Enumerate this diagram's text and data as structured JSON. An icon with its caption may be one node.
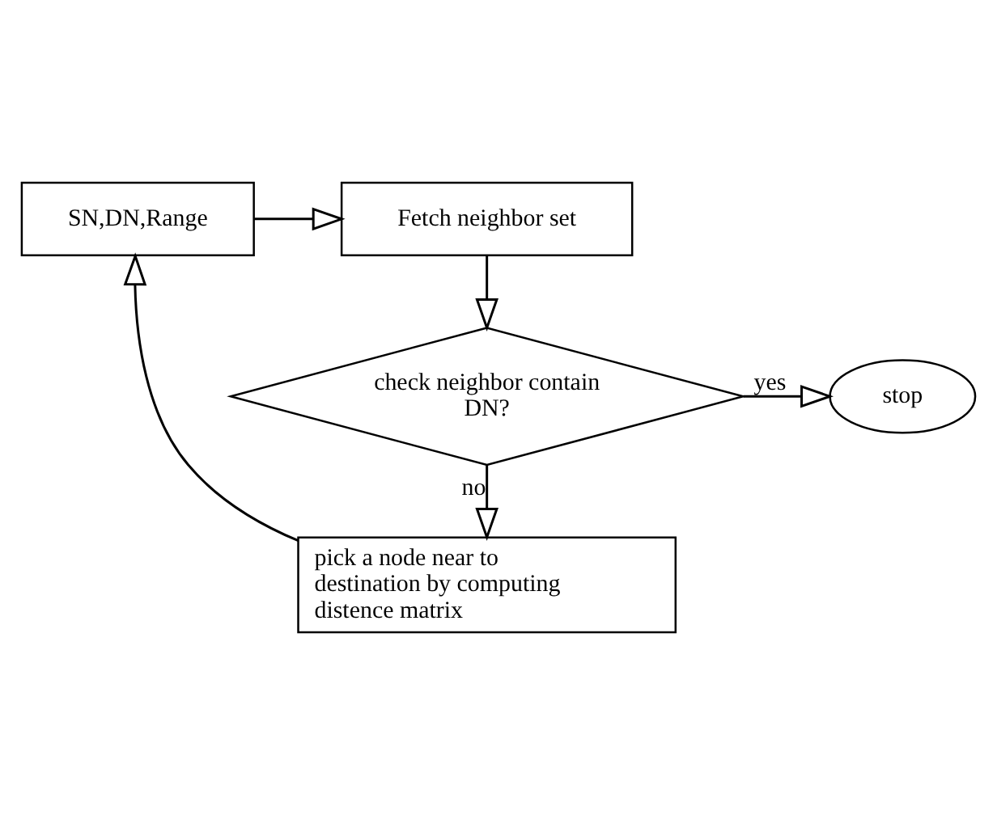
{
  "diagram": {
    "nodes": [
      {
        "text": [
          "SN,DN,Range"
        ]
      },
      {
        "text": [
          "Fetch neighbor set"
        ]
      },
      {
        "text": [
          "check neighbor contain DN?"
        ]
      },
      {
        "text": [
          "stop"
        ]
      },
      {
        "text": [
          "pick a node near to destination by computing distence matrix"
        ]
      }
    ],
    "edges": [
      {
        "from": 0,
        "to": 1,
        "arrow": "to"
      },
      {
        "from": 1,
        "to": 2,
        "arrow": "to"
      },
      {
        "from": 2,
        "to": 3,
        "arrow": "to",
        "label": "yes"
      },
      {
        "from": 2,
        "to": 4,
        "arrow": "to",
        "label": "no"
      },
      {
        "from": 4,
        "to": 0,
        "arrow": "to"
      }
    ]
  }
}
